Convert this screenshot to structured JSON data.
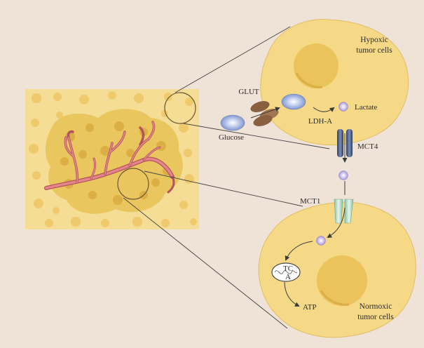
{
  "colors": {
    "background": "#efe2d7",
    "tissue": "#f5dd95",
    "tumor_mass": "#e9c45c",
    "cell_body": "#f6d987",
    "nucleus": "#eac35b",
    "vessel": "#d9737b",
    "glucose": "#9fb0dc",
    "lactate": "#c6b8e6",
    "glut": "#8a5f3f",
    "mct4": "#4d5f86",
    "mct1": "#bfe0cf"
  },
  "labels": {
    "hypoxic": "Hypoxic tumor cells",
    "hypoxic_line1": "Hypoxic",
    "hypoxic_line2": "tumor cells",
    "glut": "GLUT",
    "glucose": "Glucose",
    "ldha": "LDH-A",
    "lactate": "Lactate",
    "mct4": "MCT4",
    "mct1": "MCT1",
    "tca_line1": "TC",
    "tca_line2": "A",
    "atp": "ATP",
    "normoxic_line1": "Normoxic",
    "normoxic_line2": "tumor cells"
  },
  "icons": {
    "glucose": "glucose-molecule-icon",
    "lactate": "lactate-molecule-icon",
    "mitochondrion": "mitochondrion-icon"
  }
}
